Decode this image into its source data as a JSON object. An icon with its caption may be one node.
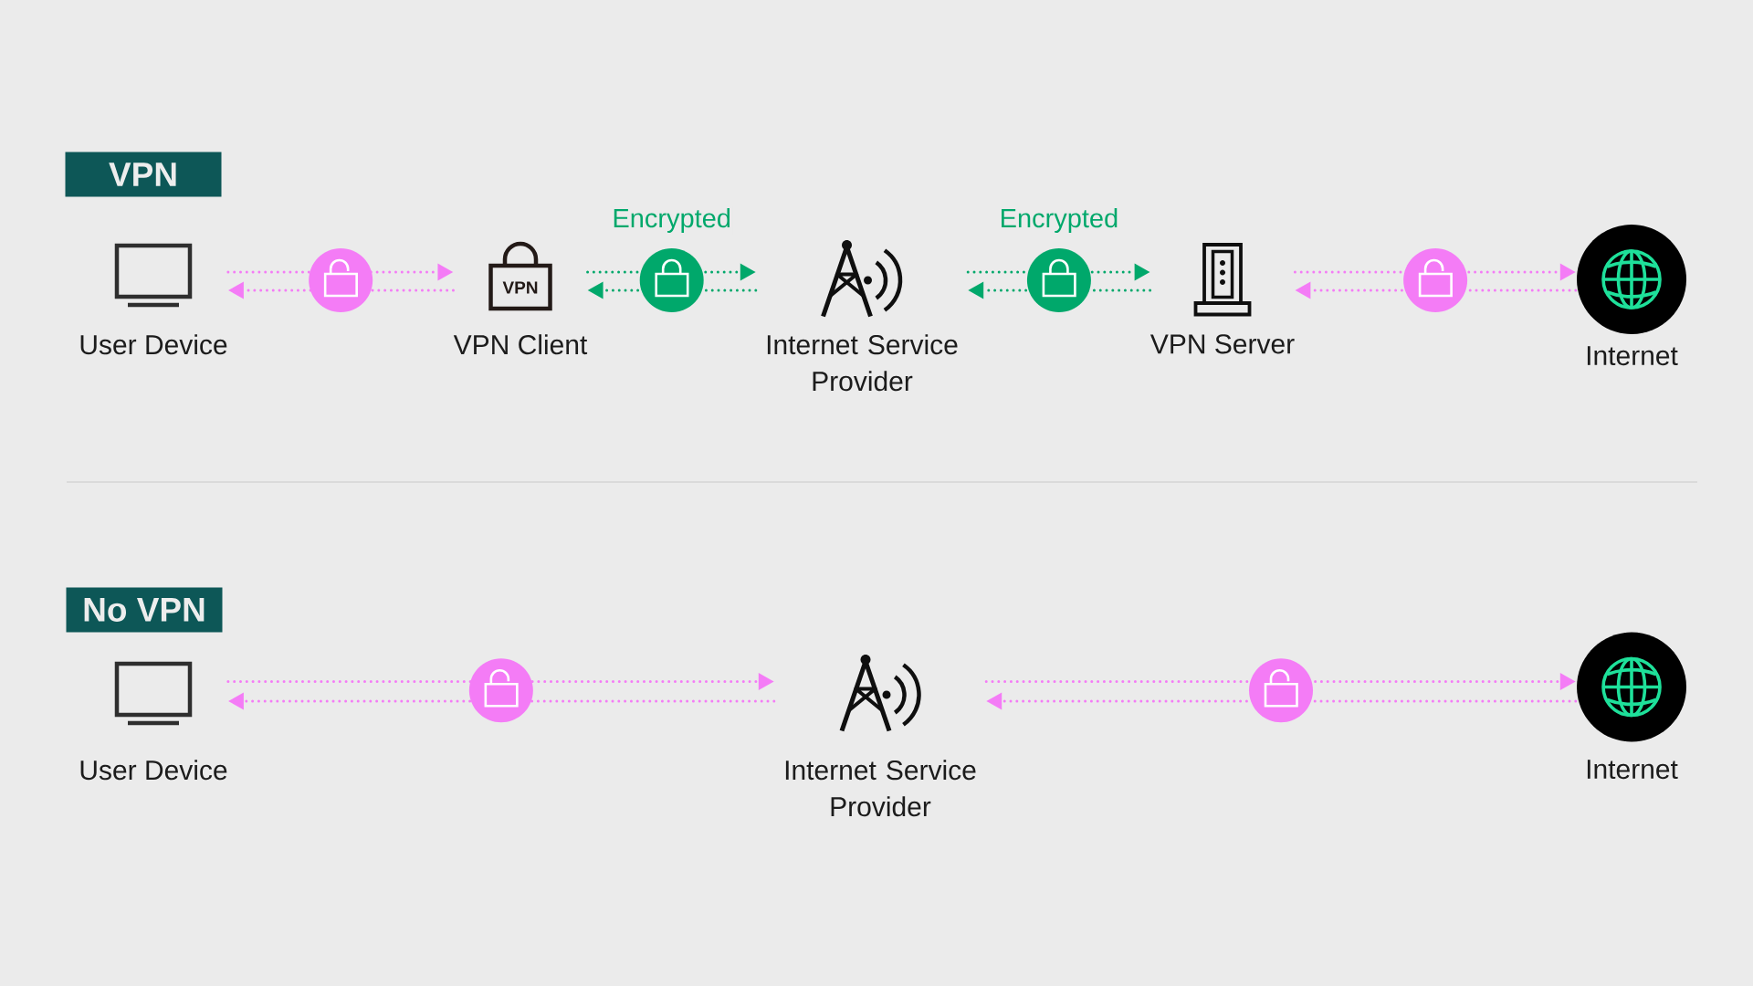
{
  "diagram": {
    "nodes": [
      {
        "text": [
          "VPN"
        ]
      },
      {
        "text": [
          "User Device"
        ]
      },
      {
        "text": [
          "VPN",
          "VPN Client"
        ]
      },
      {
        "text": [
          "Internet Service Provider"
        ]
      },
      {
        "text": [
          "VPN Server"
        ]
      },
      {
        "text": [
          "Internet"
        ]
      },
      {
        "text": [
          "No VPN"
        ]
      },
      {
        "text": [
          "User Device"
        ]
      },
      {
        "text": [
          "Internet Service Provider"
        ]
      },
      {
        "text": [
          "Internet"
        ]
      }
    ],
    "edges": [
      {
        "from": 1,
        "to": 2,
        "arrow": "to",
        "style": "dashed"
      },
      {
        "from": 2,
        "to": 1,
        "arrow": "to",
        "style": "dashed"
      },
      {
        "from": 2,
        "to": 3,
        "label": "Encrypted",
        "arrow": "to",
        "style": "dashed",
        "color": "#00a86b"
      },
      {
        "from": 3,
        "to": 2,
        "arrow": "to",
        "style": "dashed",
        "color": "#00a86b"
      },
      {
        "from": 3,
        "to": 4,
        "label": "Encrypted",
        "arrow": "to",
        "style": "dashed",
        "color": "#00a86b"
      },
      {
        "from": 4,
        "to": 3,
        "arrow": "to",
        "style": "dashed",
        "color": "#00a86b"
      },
      {
        "from": 4,
        "to": 5,
        "arrow": "to",
        "style": "dashed"
      },
      {
        "from": 5,
        "to": 4,
        "arrow": "to",
        "style": "dashed"
      },
      {
        "from": 7,
        "to": 8,
        "arrow": "to",
        "style": "dashed"
      },
      {
        "from": 8,
        "to": 7,
        "arrow": "to",
        "style": "dashed"
      },
      {
        "from": 8,
        "to": 9,
        "arrow": "to",
        "style": "dashed"
      },
      {
        "from": 9,
        "to": 8,
        "arrow": "to",
        "style": "dashed"
      }
    ]
  }
}
